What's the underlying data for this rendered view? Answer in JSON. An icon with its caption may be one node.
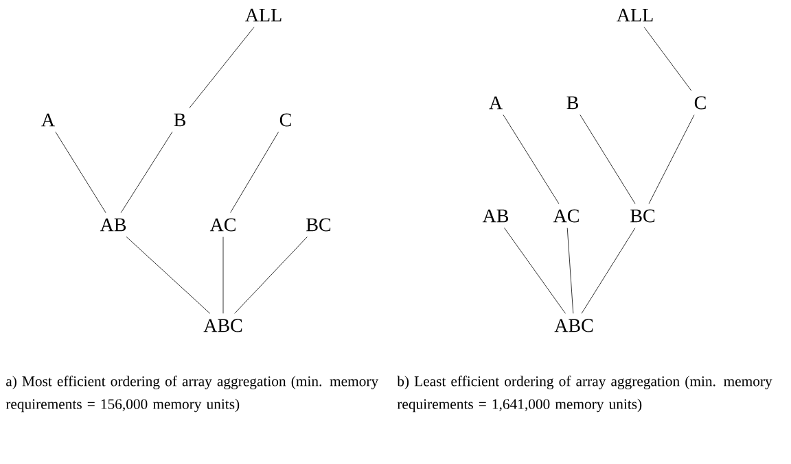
{
  "diagram": {
    "nodes": [
      {
        "text": [
          "ALL"
        ]
      },
      {
        "text": [
          "A"
        ]
      },
      {
        "text": [
          "B"
        ]
      },
      {
        "text": [
          "C"
        ]
      },
      {
        "text": [
          "AB"
        ]
      },
      {
        "text": [
          "AC"
        ]
      },
      {
        "text": [
          "BC"
        ]
      },
      {
        "text": [
          "ABC"
        ]
      },
      {
        "text": [
          "ALL"
        ]
      },
      {
        "text": [
          "A"
        ]
      },
      {
        "text": [
          "B"
        ]
      },
      {
        "text": [
          "C"
        ]
      },
      {
        "text": [
          "AB"
        ]
      },
      {
        "text": [
          "AC"
        ]
      },
      {
        "text": [
          "BC"
        ]
      },
      {
        "text": [
          "ABC"
        ]
      }
    ],
    "edges": [
      {
        "from": 0,
        "to": 2,
        "arrow": "none"
      },
      {
        "from": 1,
        "to": 4,
        "arrow": "none"
      },
      {
        "from": 2,
        "to": 4,
        "arrow": "none"
      },
      {
        "from": 3,
        "to": 5,
        "arrow": "none"
      },
      {
        "from": 4,
        "to": 7,
        "arrow": "none"
      },
      {
        "from": 5,
        "to": 7,
        "arrow": "none"
      },
      {
        "from": 6,
        "to": 7,
        "arrow": "none"
      },
      {
        "from": 8,
        "to": 11,
        "arrow": "none"
      },
      {
        "from": 9,
        "to": 13,
        "arrow": "none"
      },
      {
        "from": 10,
        "to": 14,
        "arrow": "none"
      },
      {
        "from": 11,
        "to": 14,
        "arrow": "none"
      },
      {
        "from": 12,
        "to": 15,
        "arrow": "none"
      },
      {
        "from": 13,
        "to": 15,
        "arrow": "none"
      },
      {
        "from": 14,
        "to": 15,
        "arrow": "none"
      }
    ],
    "labels": [
      "a) Most efficient ordering of array aggregation (min. memory requirements = 156,000 memory units)",
      "b) Least efficient ordering of array aggregation (min. memory requirements = 1,641,000 memory units)"
    ]
  }
}
